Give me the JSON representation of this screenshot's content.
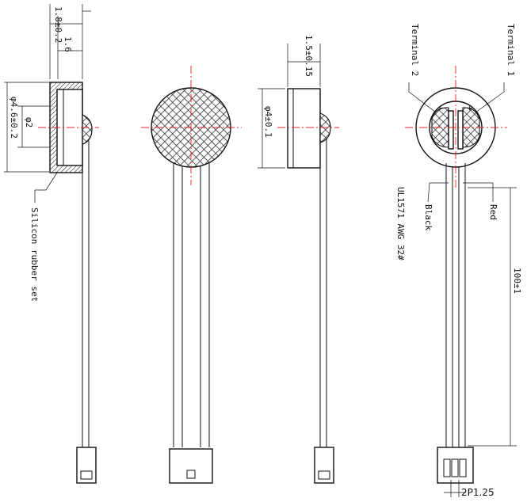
{
  "dimensions": {
    "side_height": "1.8±0.2",
    "side_inner": "1.6",
    "side_diameter": "φ4.6±0.2",
    "side_inner_diameter": "φ2",
    "mic_height": "1.5±0.15",
    "mic_diameter": "φ4±0.1",
    "lead_length": "100±1",
    "connector_pitch": "2P1.25"
  },
  "labels": {
    "silicon_rubber": "Silicon rubber set",
    "terminal_1": "Terminal 1",
    "terminal_2": "Terminal 2",
    "minus_sign": "−",
    "plus_sign": "+",
    "wire_spec": "UL1571 AWG 32#",
    "black_wire": "Black",
    "red_wire": "Red"
  },
  "colors": {
    "line": "#111111",
    "centerline": "#e0202a"
  }
}
